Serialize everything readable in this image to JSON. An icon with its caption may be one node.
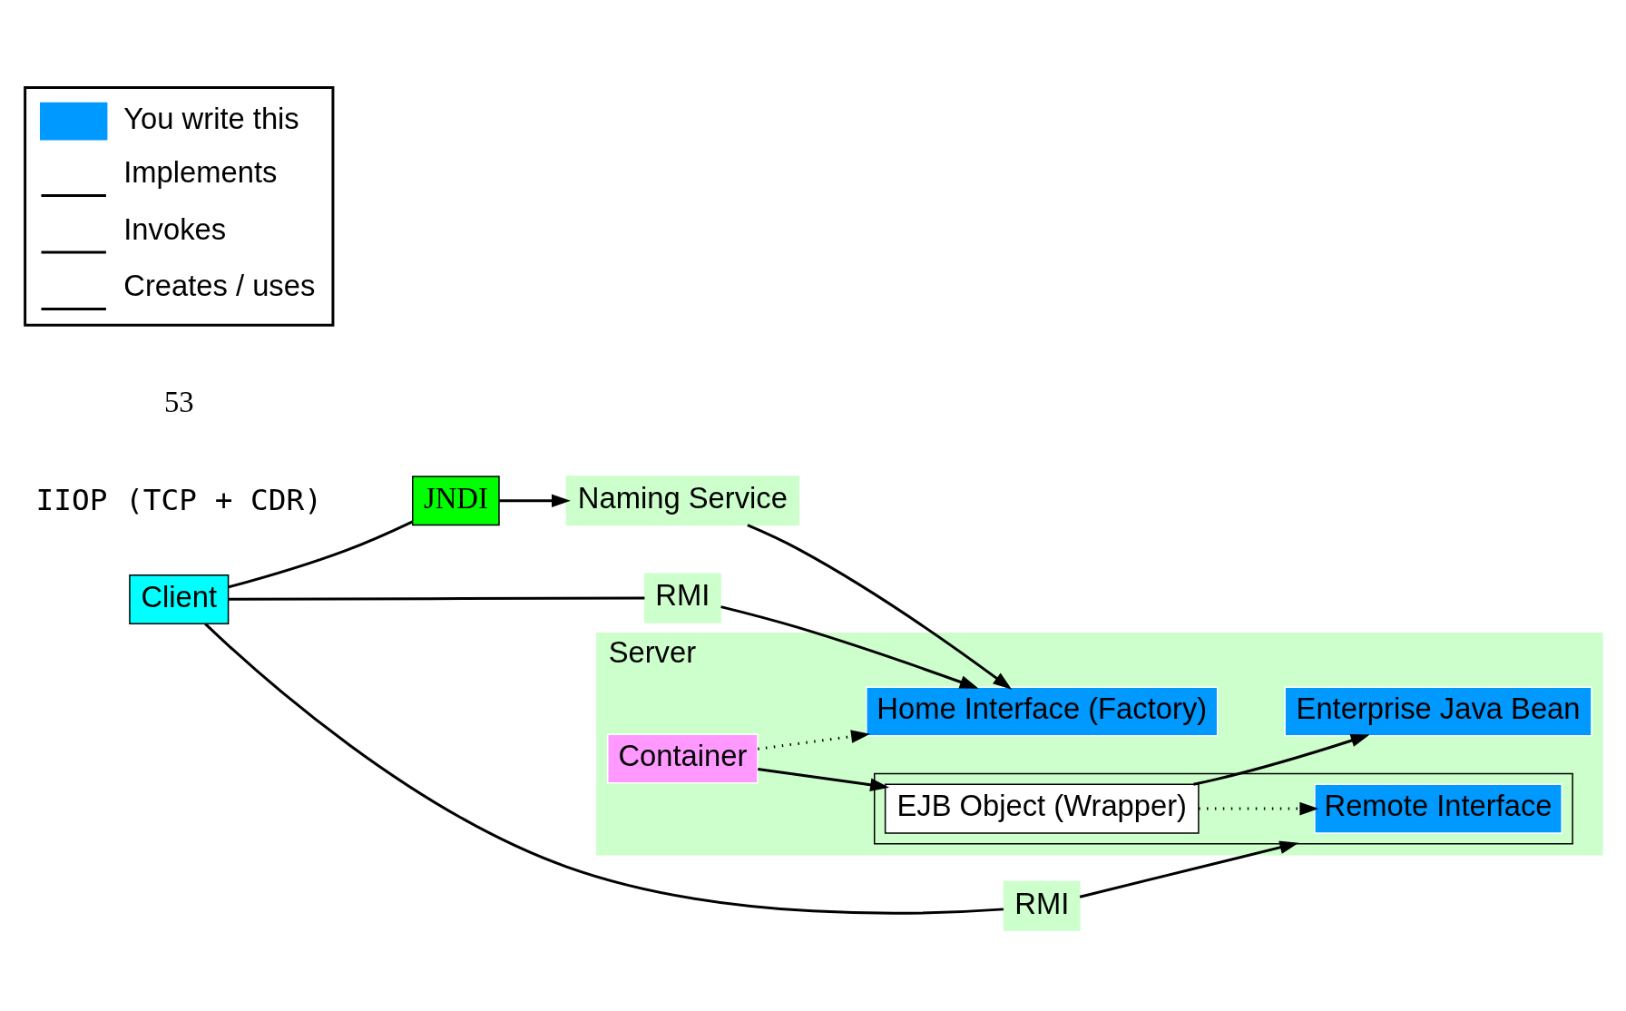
{
  "diagram": {
    "nodes": [
      {
        "text": [
          "Naming Service"
        ]
      },
      {
        "text": [
          "JNDI"
        ]
      },
      {
        "text": [
          "Client"
        ]
      },
      {
        "text": [
          "RMI"
        ]
      },
      {
        "text": [
          "RMI"
        ]
      },
      {
        "text": [
          "Server"
        ]
      },
      {
        "text": [
          "Home Interface (Factory)"
        ],
        "in": 5
      },
      {
        "text": [
          "Container"
        ],
        "in": 5
      },
      {
        "text": [],
        "shape": "box",
        "in": 5
      },
      {
        "text": [
          "Remote Interface"
        ],
        "in": 8
      },
      {
        "text": [
          "EJB Object (Wrapper)"
        ],
        "in": 8
      },
      {
        "text": [
          "Enterprise Java Bean"
        ],
        "in": 5
      }
    ],
    "edges": [
      {
        "from": 2,
        "to": 1,
        "arrow": "none"
      },
      {
        "from": 1,
        "to": 0,
        "arrow": "to"
      },
      {
        "from": 0,
        "to": 6,
        "arrow": "to"
      },
      {
        "from": 2,
        "to": 3,
        "arrow": "none"
      },
      {
        "from": 3,
        "to": 6,
        "arrow": "to"
      },
      {
        "from": 2,
        "to": 4,
        "arrow": "none"
      },
      {
        "from": 4,
        "to": 8,
        "arrow": "to"
      },
      {
        "from": 7,
        "to": 6,
        "arrow": "to",
        "style": "dashed"
      },
      {
        "from": 7,
        "to": 10,
        "arrow": "to"
      },
      {
        "from": 10,
        "to": 9,
        "arrow": "to",
        "style": "dashed"
      },
      {
        "from": 10,
        "to": 11,
        "arrow": "to"
      }
    ],
    "labels": [
      "IIOP (TCP + CDR)",
      "53"
    ],
    "legend": [
      {
        "text": "You write this",
        "color": "#0099ff"
      },
      {
        "text": "Implements"
      },
      {
        "text": "Invokes"
      },
      {
        "text": "Creates / uses"
      }
    ]
  }
}
